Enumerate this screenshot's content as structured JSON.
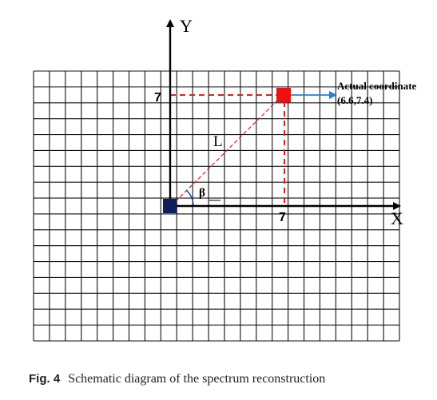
{
  "diagram": {
    "axis_x_label": "X",
    "axis_y_label": "Y",
    "tick_x_label": "7",
    "tick_y_label": "7",
    "segment_label": "L",
    "angle_label": "β",
    "target_title": "Actual coordinate",
    "target_coord": "(6.6,7.4)",
    "grid_rows": 17,
    "grid_cols": 23,
    "colors": {
      "grid": "#111111",
      "axis": "#000000",
      "guide": "#e02020",
      "target": "#ee1111",
      "origin": "#0d1f5c",
      "pointer": "#2a7fd4",
      "arc": "#1f3f8f"
    }
  },
  "caption": {
    "fig_number": "Fig. 4",
    "text": "Schematic diagram of the spectrum reconstruction"
  }
}
